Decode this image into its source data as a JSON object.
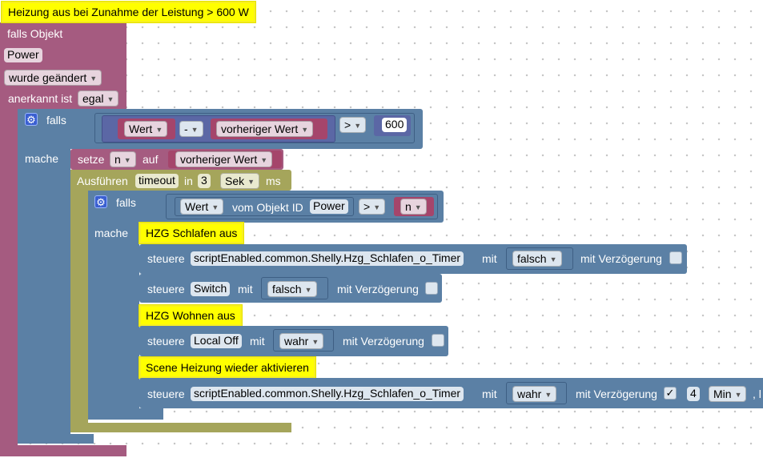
{
  "trigger": {
    "comment": "Heizung aus bei Zunahme der Leistung > 600 W",
    "label_object": "falls Objekt",
    "object_id": "Power",
    "event": "wurde geändert",
    "ack_label": "anerkannt ist",
    "ack_value": "egal"
  },
  "if1": {
    "label_if": "falls",
    "label_do": "mache",
    "left_value": "Wert",
    "operator_minus": "-",
    "right_value": "vorheriger Wert",
    "compare": ">",
    "number": "600"
  },
  "set": {
    "label_set": "setze",
    "var": "n",
    "label_to": "auf",
    "value": "vorheriger Wert"
  },
  "timeout": {
    "label_run": "Ausführen",
    "name": "timeout",
    "label_in": "in",
    "amount": "3",
    "unit": "Sek",
    "label_ms": "ms"
  },
  "if2": {
    "label_if": "falls",
    "label_do": "mache",
    "value": "Wert",
    "label_from": "vom Objekt ID",
    "object_id": "Power",
    "compare": ">",
    "var": "n"
  },
  "statements": [
    {
      "comment": "HZG Schlafen aus"
    },
    {
      "label_control": "steuere",
      "target": "scriptEnabled.common.Shelly.Hzg_Schlafen_o_Timer",
      "label_with": "mit",
      "value": "falsch",
      "label_delay": "mit Verzögerung"
    },
    {
      "label_control": "steuere",
      "target": "Switch",
      "label_with": "mit",
      "value": "falsch",
      "label_delay": "mit Verzögerung"
    },
    {
      "comment": "HZG Wohnen aus"
    },
    {
      "label_control": "steuere",
      "target": "Local Off",
      "label_with": "mit",
      "value": "wahr",
      "label_delay": "mit Verzögerung"
    },
    {
      "comment": "Scene Heizung wieder aktivieren"
    },
    {
      "label_control": "steuere",
      "target": "scriptEnabled.common.Shelly.Hzg_Schlafen_o_Timer",
      "label_with": "mit",
      "value": "wahr",
      "label_delay": "mit Verzögerung",
      "delay_checked": "✓",
      "delay_amount": "4",
      "delay_unit": "Min",
      "trailing": ", l"
    }
  ],
  "colors": {
    "trigger": "#a55b80",
    "logic": "#5b80a5",
    "timeout": "#a5a55b",
    "comment": "#ffff00"
  },
  "icons": {
    "gear": "gear-icon",
    "dropdown": "dropdown-arrow-icon"
  }
}
